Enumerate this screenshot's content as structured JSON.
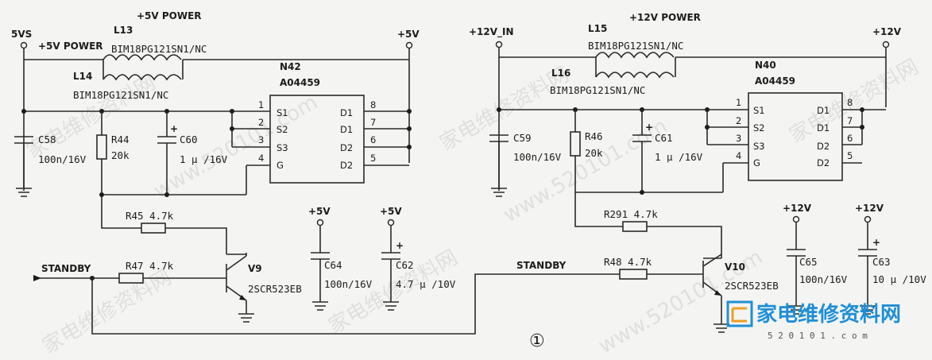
{
  "left": {
    "rail_top": "+5V POWER",
    "n_5vs": "5VS",
    "n_5v_out": "+5V",
    "pwr_label": "+5V POWER",
    "l13": "L13",
    "l13_part": "BIM18PG121SN1/NC",
    "l14": "L14",
    "l14_part": "BIM18PG121SN1/NC",
    "ic_ref": "N42",
    "ic_part": "A04459",
    "pins_left": [
      "S1",
      "S2",
      "S3",
      "G"
    ],
    "pins_right": [
      "D1",
      "D1",
      "D2",
      "D2"
    ],
    "pin_nums_left": [
      "1",
      "2",
      "3",
      "4"
    ],
    "pin_nums_right": [
      "8",
      "7",
      "6",
      "5"
    ],
    "c58": "C58",
    "c58_val": "100n/16V",
    "r44": "R44",
    "r44_val": "20k",
    "c60": "C60",
    "c60_val": "1 μ /16V",
    "r45": "R45  4.7k",
    "r47": "R47  4.7k",
    "standby": "STANDBY",
    "q": "V9",
    "q_part": "2SCR523EB",
    "c64_rail": "+5V",
    "c64": "C64",
    "c64_val": "100n/16V",
    "c62_rail": "+5V",
    "c62": "C62",
    "c62_val": "4.7 μ /10V"
  },
  "right": {
    "rail_top": "+12V POWER",
    "n_in": "+12V_IN",
    "n_out": "+12V",
    "l15": "L15",
    "l15_part": "BIM18PG121SN1/NC",
    "l16": "L16",
    "l16_part": "BIM18PG121SN1/NC",
    "ic_ref": "N40",
    "ic_part": "A04459",
    "pins_left": [
      "S1",
      "S2",
      "S3",
      "G"
    ],
    "pins_right": [
      "D1",
      "D1",
      "D2",
      "D2"
    ],
    "pin_nums_left": [
      "1",
      "2",
      "3",
      "4"
    ],
    "pin_nums_right": [
      "8",
      "7",
      "6",
      "5"
    ],
    "c59": "C59",
    "c59_val": "100n/16V",
    "r46": "R46",
    "r46_val": "20k",
    "c61": "C61",
    "c61_val": "1 μ /16V",
    "r291": "R291  4.7k",
    "r48": "R48  4.7k",
    "standby": "STANDBY",
    "q": "V10",
    "q_part": "2SCR523EB",
    "c65_rail": "+12V",
    "c65": "C65",
    "c65_val": "100n/16V",
    "c63_rail": "+12V",
    "c63": "C63",
    "c63_val": "10 μ /10V"
  },
  "circle_num": "①",
  "watermark": {
    "text": "家电维修资料网",
    "url": "www.520101.com",
    "logo": "家电维修资料网",
    "logo_url": "5 2 0 1 0 1 . c o m"
  }
}
